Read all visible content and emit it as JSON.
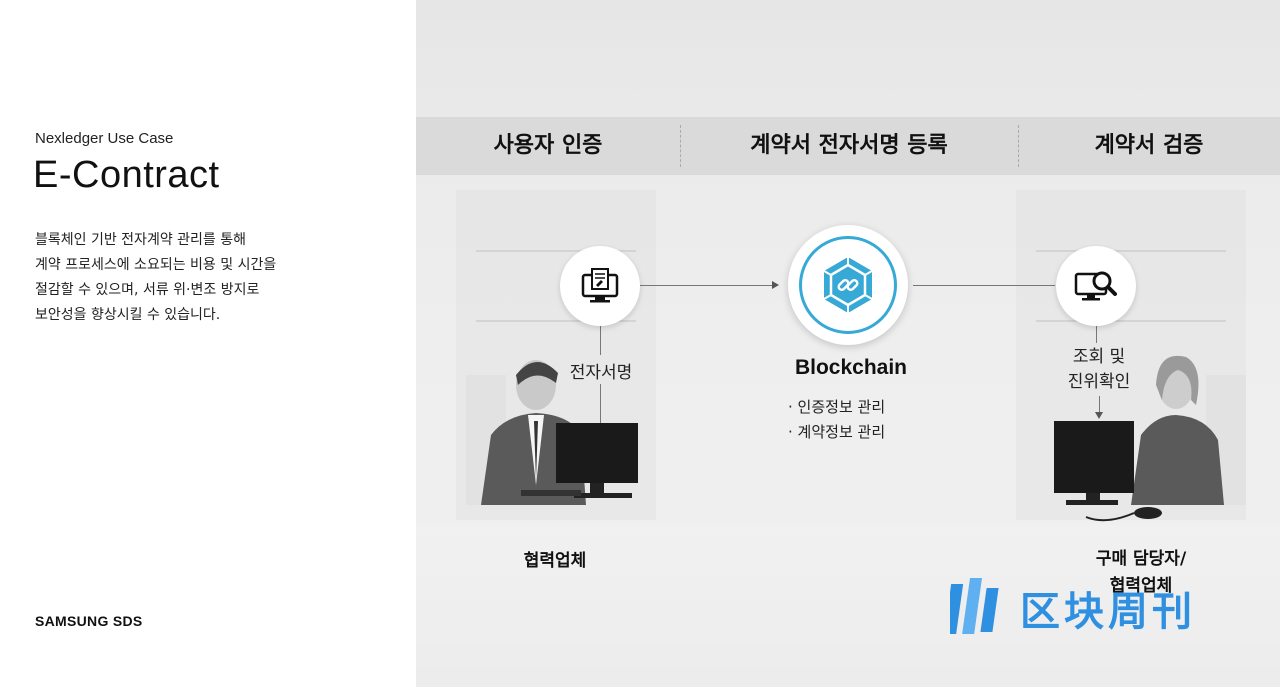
{
  "left": {
    "subtitle": "Nexledger Use Case",
    "title": "E-Contract",
    "description": [
      "블록체인 기반 전자계약 관리를 통해",
      "계약 프로세스에 소요되는 비용 및 시간을",
      "절감할 수 있으며, 서류 위·변조 방지로",
      "보안성을 향상시킬 수 있습니다."
    ],
    "brand": "SAMSUNG SDS"
  },
  "steps": [
    "사용자 인증",
    "계약서 전자서명 등록",
    "계약서 검증"
  ],
  "nodes": {
    "esign_label": "전자서명",
    "blockchain_label": "Blockchain",
    "blockchain_bullets": [
      "인증정보 관리",
      "계약정보 관리"
    ],
    "verify_label_1": "조회 및",
    "verify_label_2": "진위확인"
  },
  "actors": {
    "left": "협력업체",
    "right_1": "구매 담당자/",
    "right_2": "협력업체"
  },
  "watermark": "区块周刊",
  "icons": {
    "esign": "document-monitor-icon",
    "blockchain": "chain-cube-icon",
    "verify": "monitor-magnifier-icon"
  },
  "colors": {
    "accent": "#37a9d6",
    "watermark": "#2f8fe0"
  }
}
